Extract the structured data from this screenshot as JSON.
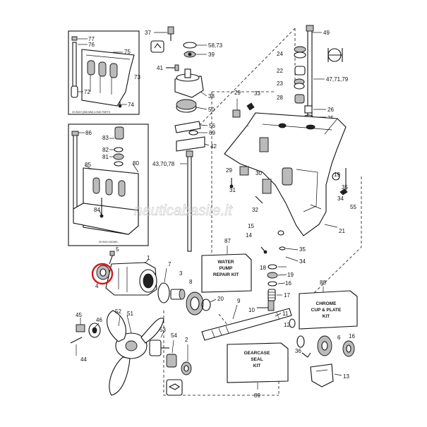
{
  "inset_top": {
    "caption": "20 INCH (508 MM) LONG PARTS",
    "labels": [
      "77",
      "76",
      "75",
      "73",
      "72",
      "74"
    ]
  },
  "inset_bottom": {
    "caption": "25 INCH MODEL",
    "labels": [
      "86",
      "83",
      "82",
      "81",
      "85",
      "80",
      "84"
    ]
  },
  "kits": {
    "water_pump": {
      "number": "87",
      "lines": [
        "WATER",
        "PUMP",
        "REPAIR KIT"
      ]
    },
    "chrome_cup": {
      "number": "88",
      "lines": [
        "CHROME",
        "CUP & PLATE",
        "KIT"
      ]
    },
    "gearcase_seal": {
      "number": "89",
      "lines": [
        "GEARCASE",
        "SEAL",
        "KIT"
      ]
    }
  },
  "part_numbers": {
    "p37": "37",
    "p58": "58,73",
    "p39": "39",
    "p41": "41",
    "p38": "38",
    "p50": "50",
    "p56": "56",
    "p69": "69",
    "p42": "42",
    "p43": "43,70,78",
    "p49": "49",
    "p24": "24",
    "p22": "22",
    "p47": "47,71,79",
    "p23": "23",
    "p28": "28",
    "p26": "26",
    "p25": "25",
    "p27": "27",
    "p29a": "29",
    "p33": "33",
    "p29b": "29",
    "p30": "30",
    "p31": "31",
    "p32": "32",
    "p19a": "19",
    "p35a": "35",
    "p34a": "34",
    "p55": "55",
    "p21": "21",
    "p15": "15",
    "p14": "14",
    "p35b": "35",
    "p34b": "34",
    "p5": "5",
    "p1": "1",
    "p4": "4",
    "p7": "7",
    "p3": "3",
    "p8": "8",
    "p20": "20",
    "p18": "18",
    "p19b": "19",
    "p16a": "16",
    "p17": "17",
    "p9": "9",
    "p10": "10",
    "p11": "11",
    "p12": "12",
    "p36": "36",
    "p6": "6",
    "p16b": "16",
    "p13": "13",
    "p45": "45",
    "p46": "46",
    "p52": "52",
    "p51": "51",
    "p44": "44",
    "p53": "53",
    "p54": "54",
    "p2": "2"
  },
  "watermark": "nauticabasile.it",
  "highlight_color": "#d9141b"
}
